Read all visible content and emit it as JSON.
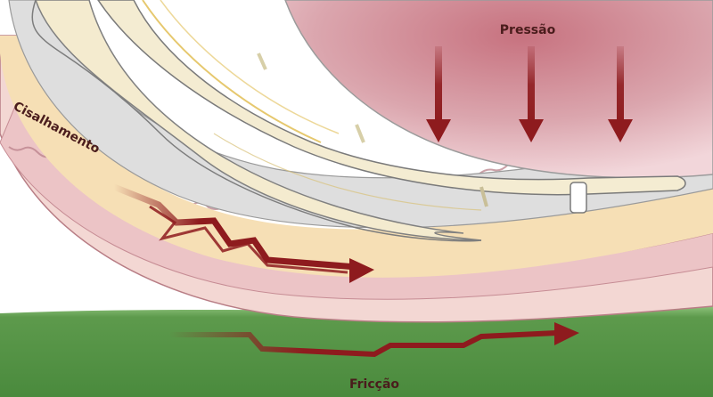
{
  "labels": {
    "pressure": "Pressão",
    "shear": "Cisalhamento",
    "friction": "Fricção"
  },
  "colors": {
    "arrow": "#8e1b1e",
    "surface": "#5e9c4e",
    "pressure_field": "#d9a2ab",
    "fat_layer": "#f5dcb2",
    "skin_layer": "#ecc6c6",
    "bone": "#f3ecd0",
    "outline": "#6f6f6f"
  },
  "icons": [
    "pressure-arrow-icon",
    "shear-zigzag-arrow-icon",
    "friction-arrow-icon"
  ]
}
